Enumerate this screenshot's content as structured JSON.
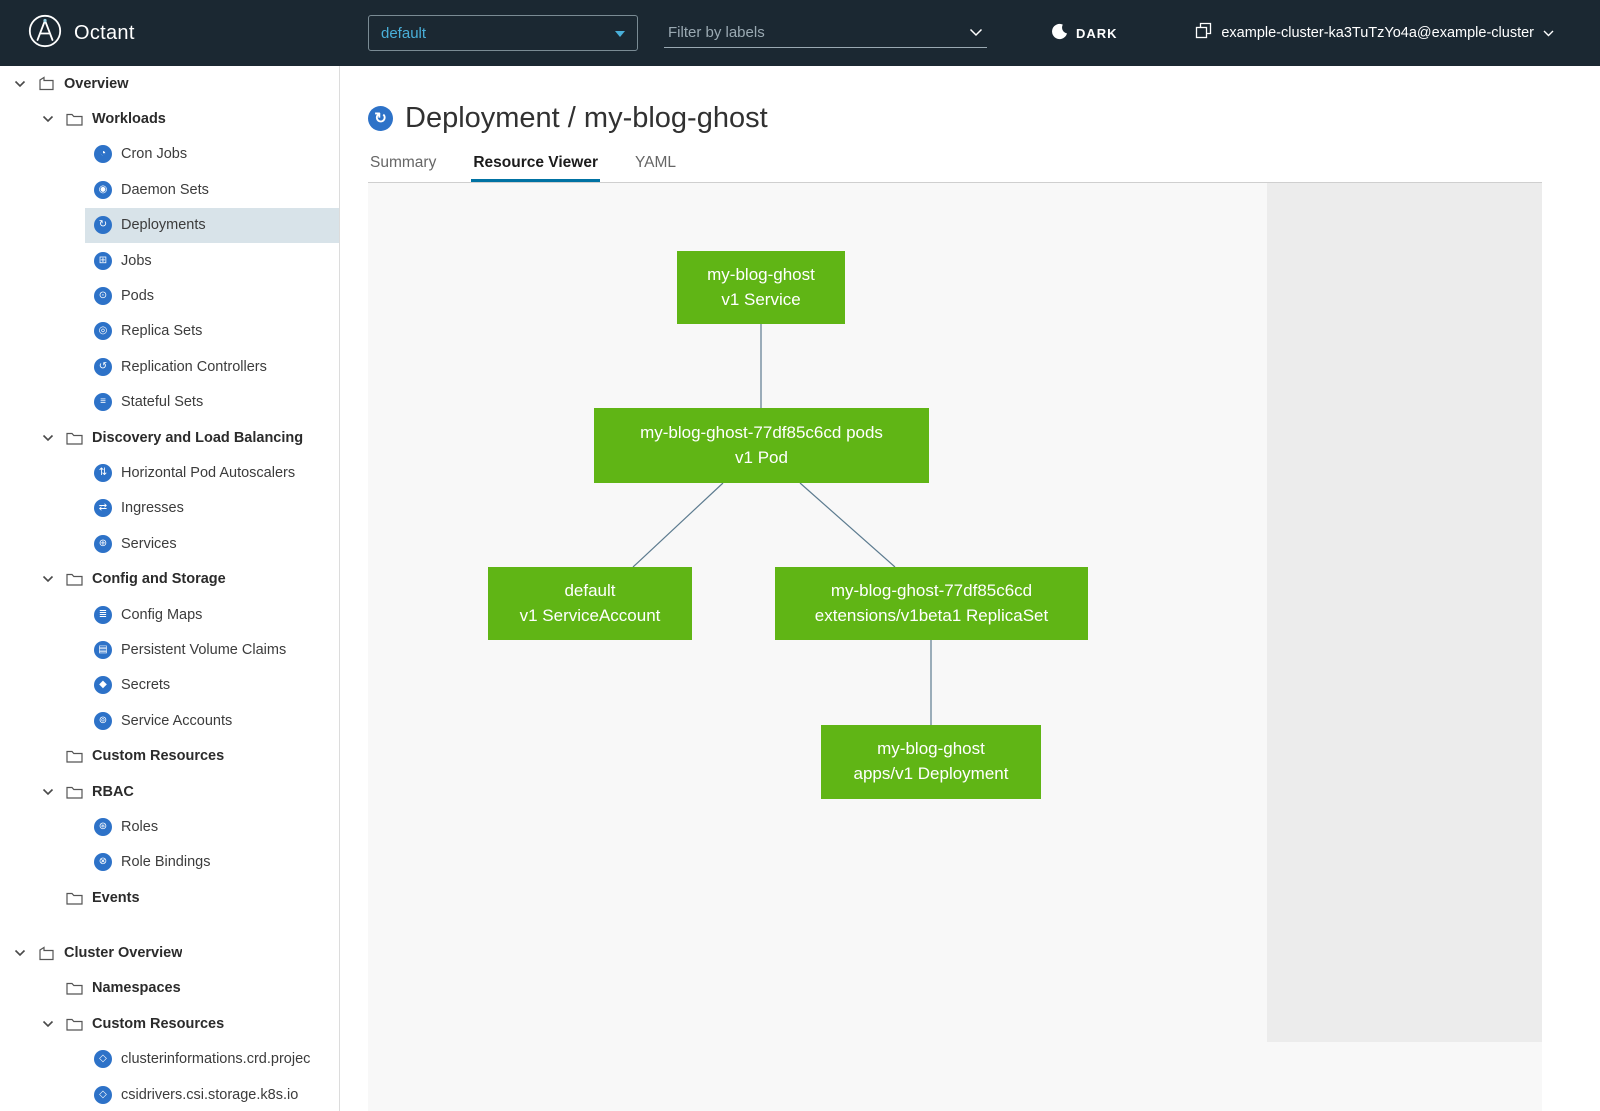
{
  "colors": {
    "header_bg": "#1b2832",
    "accent_blue": "#49afd9",
    "icon_blue": "#2d72c8",
    "node_green": "#60b515",
    "selected_bg": "#d8e3e9",
    "tab_active_underline": "#0072a3"
  },
  "header": {
    "app_name": "Octant",
    "namespace": "default",
    "filter_placeholder": "Filter by labels",
    "theme_label": "DARK",
    "cluster": "example-cluster-ka3TuTzYo4a@example-cluster"
  },
  "sidebar": {
    "items": [
      {
        "label": "Overview",
        "level": 0,
        "bold": true,
        "icon": "overview",
        "chevron": true
      },
      {
        "label": "Workloads",
        "level": 1,
        "bold": true,
        "icon": "folder",
        "chevron": true
      },
      {
        "label": "Cron Jobs",
        "level": 2,
        "icon": "cron-jobs"
      },
      {
        "label": "Daemon Sets",
        "level": 2,
        "icon": "daemon-sets"
      },
      {
        "label": "Deployments",
        "level": 2,
        "icon": "deployments",
        "selected": true
      },
      {
        "label": "Jobs",
        "level": 2,
        "icon": "jobs"
      },
      {
        "label": "Pods",
        "level": 2,
        "icon": "pods"
      },
      {
        "label": "Replica Sets",
        "level": 2,
        "icon": "replica-sets"
      },
      {
        "label": "Replication Controllers",
        "level": 2,
        "icon": "replication-controllers"
      },
      {
        "label": "Stateful Sets",
        "level": 2,
        "icon": "stateful-sets"
      },
      {
        "label": "Discovery and Load Balancing",
        "level": 1,
        "bold": true,
        "icon": "folder",
        "chevron": true
      },
      {
        "label": "Horizontal Pod Autoscalers",
        "level": 2,
        "icon": "horizontal-pod-autoscalers"
      },
      {
        "label": "Ingresses",
        "level": 2,
        "icon": "ingresses"
      },
      {
        "label": "Services",
        "level": 2,
        "icon": "services"
      },
      {
        "label": "Config and Storage",
        "level": 1,
        "bold": true,
        "icon": "folder",
        "chevron": true
      },
      {
        "label": "Config Maps",
        "level": 2,
        "icon": "config-maps"
      },
      {
        "label": "Persistent Volume Claims",
        "level": 2,
        "icon": "persistent-volume-claims"
      },
      {
        "label": "Secrets",
        "level": 2,
        "icon": "secrets"
      },
      {
        "label": "Service Accounts",
        "level": 2,
        "icon": "service-accounts"
      },
      {
        "label": "Custom Resources",
        "level": 1,
        "bold": true,
        "icon": "folder",
        "chevron": false
      },
      {
        "label": "RBAC",
        "level": 1,
        "bold": true,
        "icon": "folder",
        "chevron": true
      },
      {
        "label": "Roles",
        "level": 2,
        "icon": "roles"
      },
      {
        "label": "Role Bindings",
        "level": 2,
        "icon": "role-bindings"
      },
      {
        "label": "Events",
        "level": 1,
        "bold": true,
        "icon": "folder",
        "chevron": false
      },
      {
        "label": "Cluster Overview",
        "level": 0,
        "bold": true,
        "icon": "overview",
        "chevron": true,
        "gap_before": 20
      },
      {
        "label": "Namespaces",
        "level": 1,
        "bold": true,
        "icon": "folder",
        "chevron": false
      },
      {
        "label": "Custom Resources",
        "level": 1,
        "bold": true,
        "icon": "folder",
        "chevron": true
      },
      {
        "label": "clusterinformations.crd.projec",
        "level": 2,
        "icon": "custom-resource"
      },
      {
        "label": "csidrivers.csi.storage.k8s.io",
        "level": 2,
        "icon": "custom-resource"
      }
    ]
  },
  "main": {
    "title": "Deployment / my-blog-ghost",
    "tabs": [
      {
        "label": "Summary",
        "active": false
      },
      {
        "label": "Resource Viewer",
        "active": true
      },
      {
        "label": "YAML",
        "active": false
      }
    ]
  },
  "graph": {
    "nodes": [
      {
        "id": "service",
        "lines": [
          "my-blog-ghost",
          "v1 Service"
        ]
      },
      {
        "id": "pod",
        "lines": [
          "my-blog-ghost-77df85c6cd pods",
          "v1 Pod"
        ]
      },
      {
        "id": "serviceaccount",
        "lines": [
          "default",
          "v1 ServiceAccount"
        ]
      },
      {
        "id": "replicaset",
        "lines": [
          "my-blog-ghost-77df85c6cd",
          "extensions/v1beta1 ReplicaSet"
        ]
      },
      {
        "id": "deployment",
        "lines": [
          "my-blog-ghost",
          "apps/v1 Deployment"
        ]
      }
    ],
    "edges": [
      {
        "from": "service",
        "to": "pod"
      },
      {
        "from": "pod",
        "to": "serviceaccount"
      },
      {
        "from": "pod",
        "to": "replicaset"
      },
      {
        "from": "replicaset",
        "to": "deployment"
      }
    ]
  }
}
